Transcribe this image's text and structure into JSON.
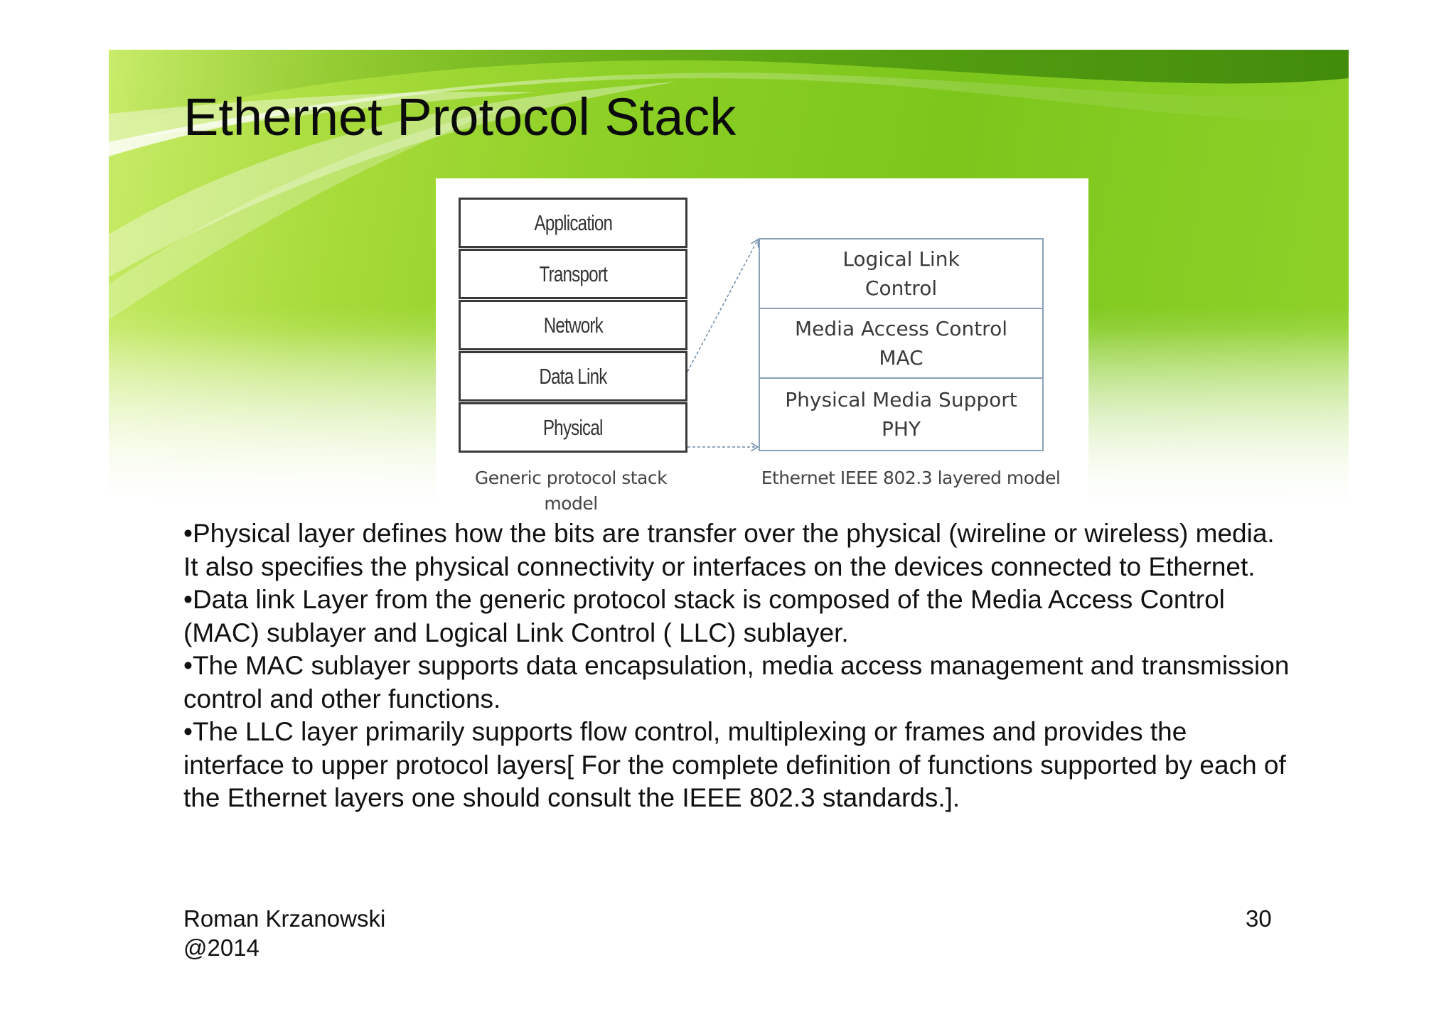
{
  "slide": {
    "title": "Ethernet Protocol Stack",
    "page_number": "30"
  },
  "diagram": {
    "generic_layers": [
      "Application",
      "Transport",
      "Network",
      "Data Link",
      "Physical"
    ],
    "generic_caption": "Generic protocol stack model",
    "ieee_layers": [
      {
        "line1": "Logical Link",
        "line2": "Control"
      },
      {
        "line1": "Media Access Control",
        "line2": "MAC"
      },
      {
        "line1": "Physical Media Support",
        "line2": "PHY"
      }
    ],
    "ieee_caption": "Ethernet IEEE 802.3 layered model"
  },
  "bullets": [
    "•Physical layer defines how the bits are transfer over the physical (wireline or wireless) media.  It also specifies the physical connectivity or interfaces on the devices connected to Ethernet.",
    "•Data link Layer from the generic protocol stack is composed of the Media Access Control (MAC) sublayer and Logical Link Control ( LLC) sublayer.",
    "•The MAC sublayer supports data encapsulation, media access management and transmission control and other functions.",
    "•The LLC layer primarily supports flow control, multiplexing or frames and provides the interface to upper protocol layers[ For the complete definition of functions supported by each of the Ethernet layers one should consult the IEEE 802.3 standards.]."
  ],
  "footer": {
    "author_line1": "Roman Krzanowski",
    "author_line2": "@2014"
  },
  "colors": {
    "banner_green": "#8ccf25",
    "banner_light": "#c9ec6a",
    "ieee_border": "#8aa0b8"
  }
}
